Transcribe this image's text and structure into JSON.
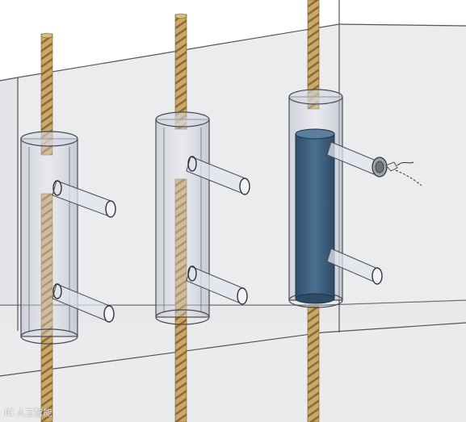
{
  "colors": {
    "background": "#ffffff",
    "concrete_block": "#d8d8dc",
    "concrete_edge": "#555555",
    "rebar": "#c9a86a",
    "rebar_rib": "#8d6a35",
    "sleeve_glass": "#c7cad8",
    "sleeve_edge": "#4a4a55",
    "grout_fill": "#3d5f7d",
    "pipe_glass": "#e3e5ee"
  },
  "scene": {
    "subject": "rebar-grouted-sleeve-connections",
    "sleeves": [
      {
        "name": "sleeve-empty-left",
        "grout_filled": false,
        "pipes": 2
      },
      {
        "name": "sleeve-empty-middle",
        "grout_filled": false,
        "pipes": 2
      },
      {
        "name": "sleeve-grouted-right",
        "grout_filled": true,
        "pipes": 2,
        "has_gauge": true
      }
    ]
  },
  "watermark": {
    "text": "IC 人工智能"
  }
}
